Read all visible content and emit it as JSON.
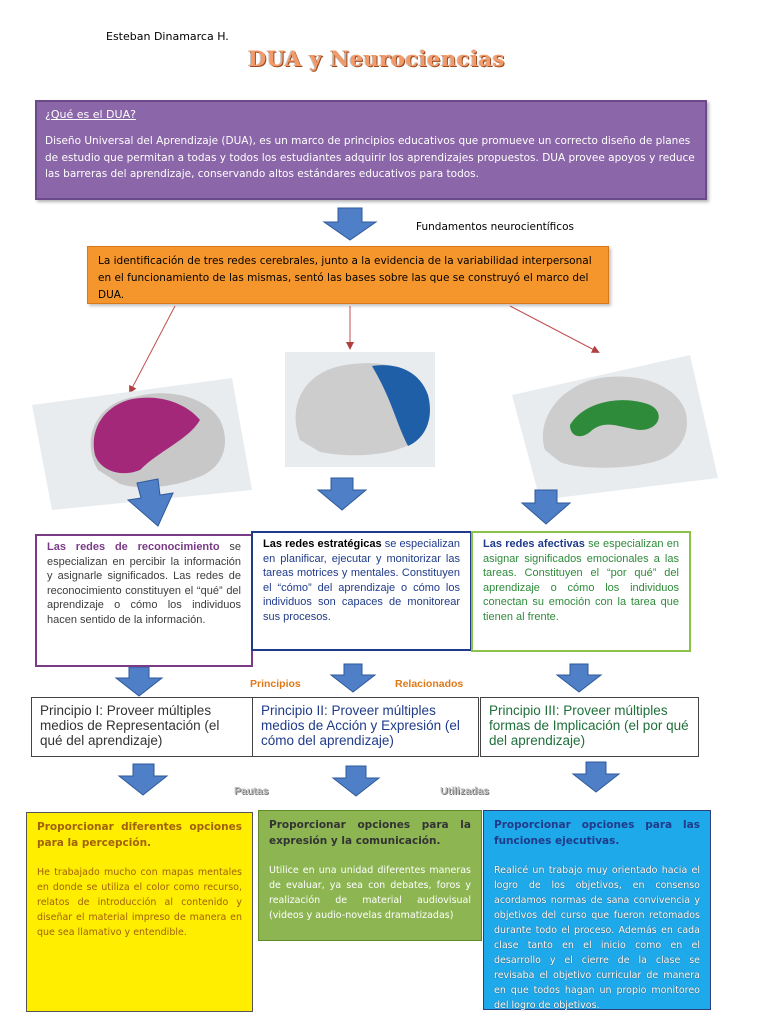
{
  "header": {
    "author": "Esteban Dinamarca H.",
    "title": "DUA y Neurociencias"
  },
  "intro": {
    "heading": "¿Qué es el DUA?",
    "text": "Diseño Universal del Aprendizaje (DUA), es un marco de principios educativos que promueve un correcto diseño de planes de estudio que permitan a todas y todos los estudiantes adquirir los aprendizajes propuestos. DUA provee apoyos y reduce las barreras del aprendizaje, conservando altos estándares educativos para todos."
  },
  "fundamentos_label": "Fundamentos neurocientíficos",
  "foundation_text": "La identificación de tres redes cerebrales, junto a la evidencia de la variabilidad interpersonal en el funcionamiento de las mismas, sentó las bases sobre las que se construyó el marco del DUA.",
  "networks": [
    {
      "term": "Las redes de reconocimiento",
      "text": " se especializan en percibir la información y asignarle significados. Las redes de reconocimiento constituyen el “qué” del aprendizaje o cómo los individuos hacen sentido de la información.",
      "color": "#7a3a86",
      "brain_color": "#a3287a"
    },
    {
      "term": "Las redes estratégicas",
      "text": " se especializan en planificar, ejecutar y monitorizar las tareas motrices y mentales. Constituyen el “cómo” del aprendizaje o cómo los individuos son capaces de monitorear sus procesos.",
      "color": "#1f3b8a",
      "brain_color": "#1f5fa8"
    },
    {
      "term": "Las redes afectivas",
      "text": " se especializan en asignar significados emocionales a las tareas. Constituyen el “por qué” del aprendizaje o cómo los individuos conectan su emoción con la tarea que tienen al frente.",
      "color": "#2e8b3a",
      "brain_color": "#2e8b3a"
    }
  ],
  "labels": {
    "principios": "Principios",
    "relacionados": "Relacionados",
    "pautas": "Pautas",
    "utilizadas": "Utilizadas"
  },
  "principles": [
    {
      "text": "Principio I: Proveer múltiples medios de Representación (el qué del aprendizaje)",
      "color": "#333333"
    },
    {
      "text": "Principio II: Proveer múltiples medios de Acción y Expresión (el cómo del aprendizaje)",
      "color": "#1f3b8a"
    },
    {
      "text": "Principio III: Proveer múltiples formas de Implicación (el por qué del aprendizaje)",
      "color": "#1f6f3a"
    }
  ],
  "guidelines": [
    {
      "heading": "Proporcionar diferentes opciones para la percepción.",
      "text": "He trabajado mucho con mapas mentales en donde se utiliza el color como recurso, relatos de introducción al contenido y diseñar el material impreso de manera en que sea llamativo y entendible.",
      "bg": "#ffee00",
      "fg": "#a0620a"
    },
    {
      "heading": "Proporcionar opciones para la expresión y la comunicación.",
      "text": "Utilice en una unidad diferentes maneras de evaluar, ya sea con debates, foros y realización de material audiovisual (videos y audio-novelas dramatizadas)",
      "bg": "#8db653",
      "fg": "#ffffff"
    },
    {
      "heading": "Proporcionar opciones para las funciones ejecutivas.",
      "text": "Realicé un trabajo muy orientado hacia el logro de los objetivos, en consenso acordamos normas de sana convivencia y objetivos del curso que fueron retomados durante todo el proceso. Además en cada clase tanto en el inicio como en el desarrollo y el cierre de la clase se revisaba el objetivo curricular de manera en que todos hagan un propio monitoreo del logro de objetivos.",
      "bg": "#1ea9ea",
      "fg": "#ffffff"
    }
  ],
  "colors": {
    "purple_box": "#8b66a8",
    "orange_box": "#f5962c",
    "arrow_blue": "#4f7fc6",
    "label_orange": "#e07818"
  }
}
